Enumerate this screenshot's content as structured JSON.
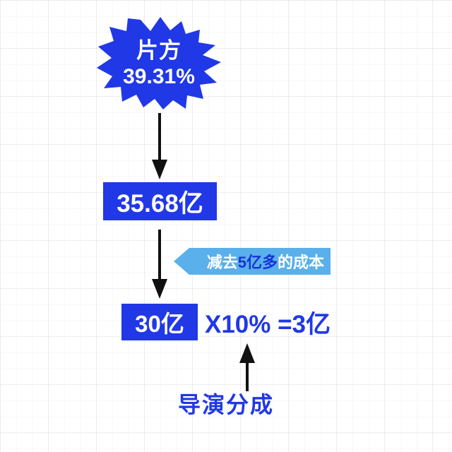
{
  "diagram": {
    "background": {
      "color": "#ffffff",
      "grid_color": "#e9eaee"
    },
    "palette": {
      "primary_blue": "#2038e6",
      "light_blue": "#5ab0ea",
      "white": "#ffffff",
      "arrow_black": "#111111"
    },
    "burst": {
      "title": "片方",
      "value": "39.31%"
    },
    "boxes": {
      "gross": "35.68亿",
      "net": "30亿"
    },
    "formula": "X10% =3亿",
    "ribbon": {
      "prefix": "减去",
      "highlight": "5亿多",
      "suffix": "的成本"
    },
    "bottom_label": "导演分成",
    "arrows": {
      "burst_to_gross": "down-arrow",
      "gross_to_net": "down-arrow",
      "label_to_formula": "up-arrow"
    }
  }
}
